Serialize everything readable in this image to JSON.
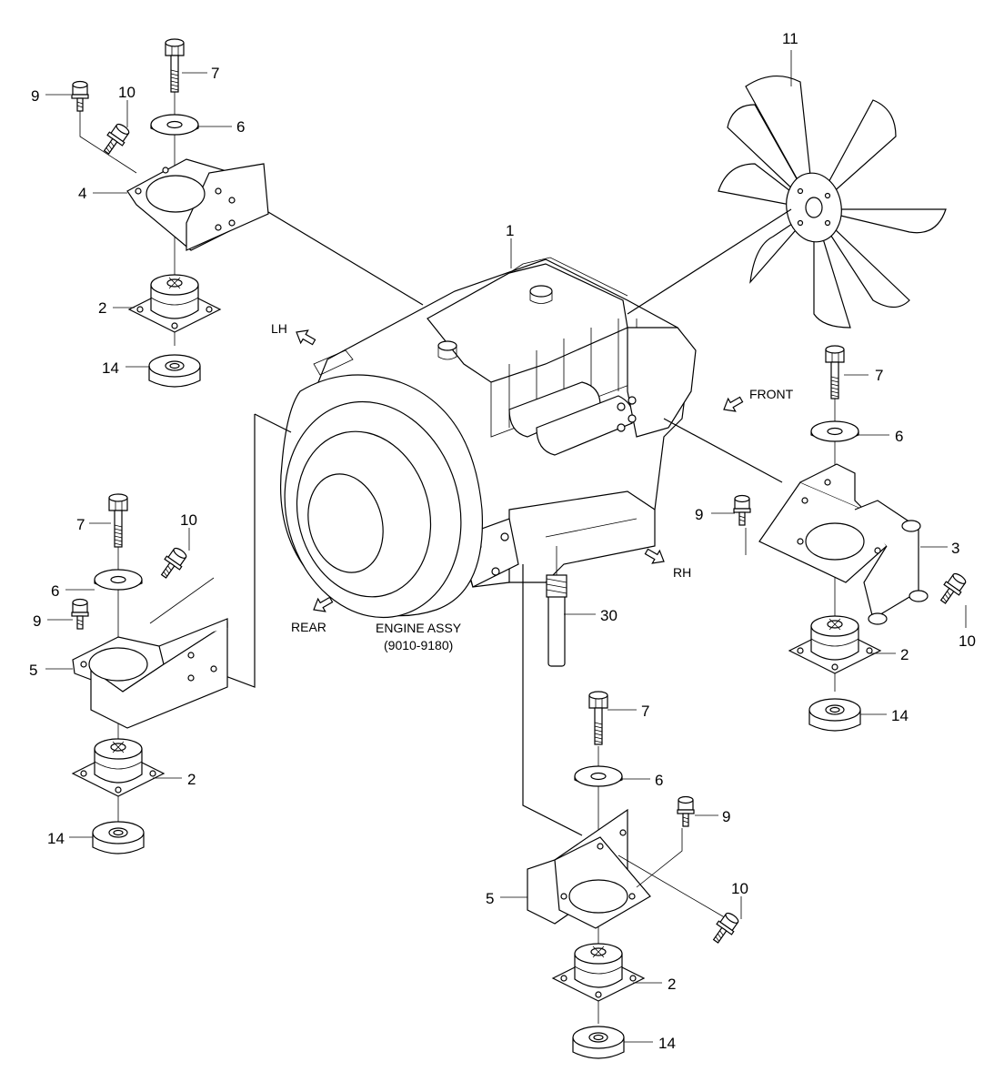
{
  "engine": {
    "title": "ENGINE ASSY",
    "serial_range": "(9010-9180)"
  },
  "directions": {
    "lh": "LH",
    "front": "FRONT",
    "rh": "RH",
    "rear": "REAR"
  },
  "part_numbers": {
    "engine": "1",
    "mount": "2",
    "bracket_front_rh": "3",
    "bracket_lh_front": "4",
    "bracket_rear": "5",
    "washer": "6",
    "bolt": "7",
    "bolt_small": "9",
    "bolt_flange": "10",
    "fan": "11",
    "spacer": "14",
    "hose": "30"
  }
}
